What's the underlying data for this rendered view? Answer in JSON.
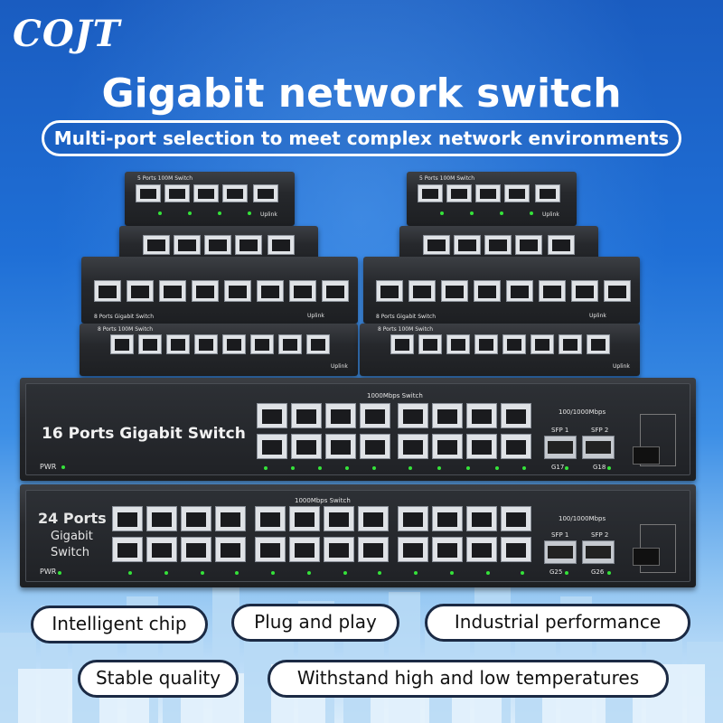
{
  "brand": {
    "logo": "COJT"
  },
  "headline": {
    "title": "Gigabit network switch",
    "subtitle": "Multi-port selection to meet complex network environments"
  },
  "products": {
    "sw5_small_label": "5 Ports 100M Switch",
    "uplink": "Uplink",
    "pwr": "PWR",
    "sw8g_label": "8 Ports Gigabit Switch",
    "sw8_100m_label": "8 Ports 100M Switch",
    "sw16_title": "16 Ports Gigabit Switch",
    "sw16_top": "1000Mbps Switch",
    "sw16_speed": "100/1000Mbps",
    "sfp1": "SFP 1",
    "sfp2": "SFP 2",
    "g17": "G17",
    "g18": "G18",
    "sw24_title_1": "24 Ports",
    "sw24_title_2": "Gigabit",
    "sw24_title_3": "Switch",
    "sw24_top": "1000Mbps Switch",
    "sw24_speed": "100/1000Mbps",
    "g25": "G25",
    "g26": "G26"
  },
  "features": {
    "f1": "Intelligent chip",
    "f2": "Plug and play",
    "f3": "Industrial performance",
    "f4": "Stable quality",
    "f5": "Withstand high and low temperatures"
  },
  "colors": {
    "led": "#35e33a",
    "sky": "#1f6fd6",
    "badge_border": "#1b2a44"
  }
}
